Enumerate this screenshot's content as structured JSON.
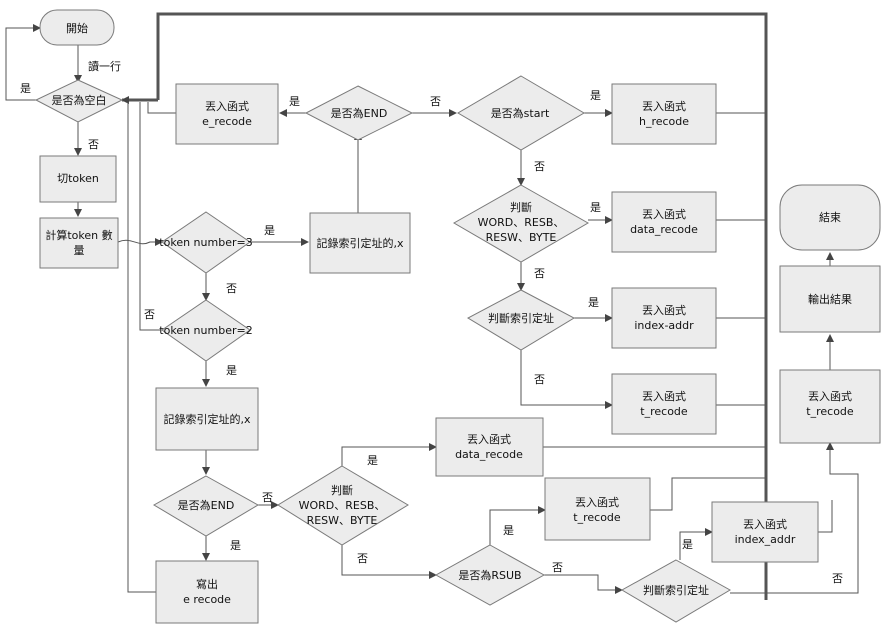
{
  "nodes": {
    "start": "開始",
    "is_blank": "是否為空白",
    "cut_token": "切token",
    "count_token": [
      "計算token 數",
      "量"
    ],
    "tn3": "token number=3",
    "tn2": "token number=2",
    "rec_idx1": "記錄索引定址的,x",
    "rec_idx2": "記錄索引定址的,x",
    "is_end1": "是否為END",
    "is_end2": "是否為END",
    "e_recode1": [
      "丟入函式",
      "e_recode"
    ],
    "write_e": [
      "寫出",
      "e recode"
    ],
    "is_start": "是否為start",
    "h_recode": [
      "丟入函式",
      "h_recode"
    ],
    "judge1": [
      "判斷",
      "WORD、RESB、",
      "RESW、BYTE"
    ],
    "data_recode1": [
      "丟入函式",
      "data_recode"
    ],
    "judge_idx1": "判斷索引定址",
    "index_addr1": [
      "丟入函式",
      "index-addr"
    ],
    "t_recode1": [
      "丟入函式",
      "t_recode"
    ],
    "judge2": [
      "判斷",
      "WORD、RESB、",
      "RESW、BYTE"
    ],
    "data_recode2": [
      "丟入函式",
      "data_recode"
    ],
    "is_rsub": "是否為RSUB",
    "t_recode2": [
      "丟入函式",
      "t_recode"
    ],
    "judge_idx2": "判斷索引定址",
    "index_addr2": [
      "丟入函式",
      "index_addr"
    ],
    "t_recode3": [
      "丟入函式",
      "t_recode"
    ],
    "output": "輸出結果",
    "end": "結束"
  },
  "labels": {
    "read_line": "讀一行",
    "yes": "是",
    "no": "否"
  }
}
